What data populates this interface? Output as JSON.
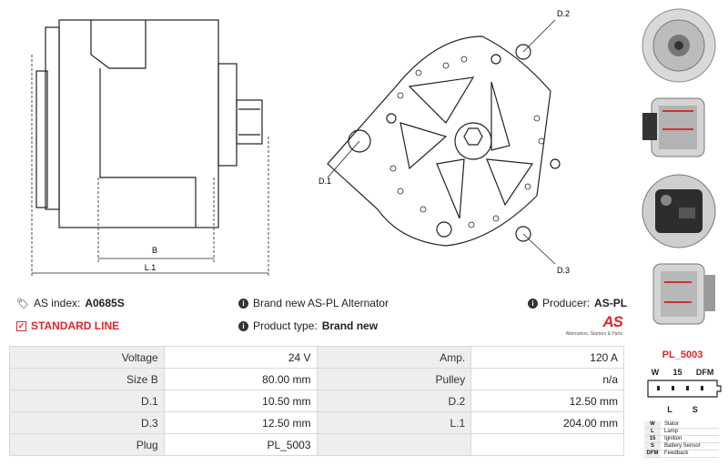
{
  "drawing_left": {
    "label_b": "B",
    "label_l1": "L.1"
  },
  "drawing_right": {
    "label_d1": "D.1",
    "label_d2": "D.2",
    "label_d3": "D.3"
  },
  "info": {
    "as_index_label": "AS index:",
    "as_index_value": "A0685S",
    "standard_line": "STANDARD LINE",
    "brand_new_text": "Brand new AS-PL Alternator",
    "product_type_label": "Product type:",
    "product_type_value": "Brand new",
    "producer_label": "Producer:",
    "producer_value": "AS-PL",
    "logo_text": "AS",
    "logo_tagline": "Alternators, Starters & Parts"
  },
  "specs": [
    {
      "l1": "Voltage",
      "v1": "24 V",
      "l2": "Amp.",
      "v2": "120 A"
    },
    {
      "l1": "Size B",
      "v1": "80.00 mm",
      "l2": "Pulley",
      "v2": "n/a"
    },
    {
      "l1": "D.1",
      "v1": "10.50 mm",
      "l2": "D.2",
      "v2": "12.50 mm"
    },
    {
      "l1": "D.3",
      "v1": "12.50 mm",
      "l2": "L.1",
      "v2": "204.00 mm"
    },
    {
      "l1": "Plug",
      "v1": "PL_5003",
      "l2": "",
      "v2": ""
    }
  ],
  "plug": {
    "title": "PL_5003",
    "top_w": "W",
    "top_15": "15",
    "top_dfm": "DFM",
    "bottom_l": "L",
    "bottom_s": "S",
    "legend": [
      {
        "code": "W",
        "desc": "Stator"
      },
      {
        "code": "L",
        "desc": "Lamp"
      },
      {
        "code": "15",
        "desc": "Ignition"
      },
      {
        "code": "S",
        "desc": "Battery Sensor"
      },
      {
        "code": "DFM",
        "desc": "Feedback"
      }
    ]
  },
  "colors": {
    "accent_red": "#e0252a",
    "table_label_bg": "#eeeeee"
  }
}
